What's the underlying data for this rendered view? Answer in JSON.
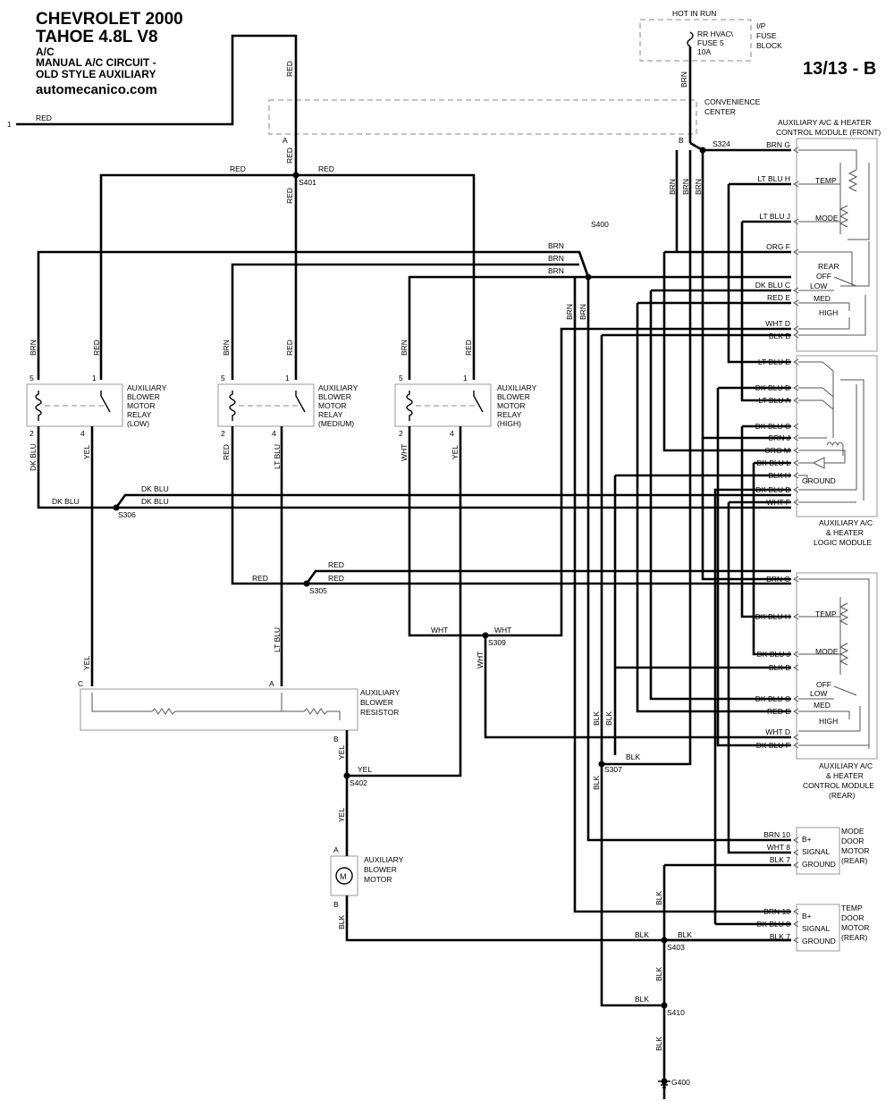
{
  "header": {
    "line1": "CHEVROLET 2000",
    "line2": "TAHOE  4.8L  V8",
    "line3": "A/C",
    "line4": "MANUAL A/C CIRCUIT -",
    "line5": "OLD STYLE AUXILIARY",
    "line6": "automecanico.com"
  },
  "page_number": "13/13 - B",
  "labels": {
    "hot_in_run": "HOT IN RUN",
    "fuse_block": [
      "I/P",
      "FUSE",
      "BLOCK"
    ],
    "fuse_name": [
      "RR HVAC\\",
      "FUSE 5",
      "10A"
    ],
    "convenience_center": [
      "CONVENIENCE",
      "CENTER"
    ],
    "aux_front": [
      "AUXILIARY A/C & HEATER",
      "CONTROL MODULE (FRONT)"
    ],
    "logic_module": [
      "AUXILIARY A/C",
      "& HEATER",
      "LOGIC MODULE"
    ],
    "aux_rear": [
      "AUXILIARY A/C",
      "& HEATER",
      "CONTROL MODULE",
      "(REAR)"
    ],
    "relay_low": [
      "AUXILIARY",
      "BLOWER",
      "MOTOR",
      "RELAY",
      "(LOW)"
    ],
    "relay_med": [
      "AUXILIARY",
      "BLOWER",
      "MOTOR",
      "RELAY",
      "(MEDIUM)"
    ],
    "relay_high": [
      "AUXILIARY",
      "BLOWER",
      "MOTOR",
      "RELAY",
      "(HIGH)"
    ],
    "resistor": [
      "AUXILIARY",
      "BLOWER",
      "RESISTOR"
    ],
    "motor": [
      "AUXILIARY",
      "BLOWER",
      "MOTOR"
    ],
    "mode_door": [
      "MODE",
      "DOOR",
      "MOTOR",
      "(REAR)"
    ],
    "temp_door": [
      "TEMP",
      "DOOR",
      "MOTOR",
      "(REAR)"
    ],
    "door_pins": [
      "B+",
      "SIGNAL",
      "GROUND"
    ],
    "motor_symbol": "M",
    "ground": "GROUND",
    "temp": "TEMP",
    "mode": "MODE",
    "rear": "REAR",
    "off": "OFF",
    "low": "LOW",
    "med": "MED",
    "high": "HIGH",
    "s400": "S400",
    "splices": [
      "S324",
      "S401",
      "S306",
      "S305",
      "S309",
      "S402",
      "S307",
      "S403",
      "S410",
      "G400"
    ],
    "connector_letters": [
      "A",
      "B",
      "C",
      "A",
      "B",
      "A",
      "B"
    ],
    "pin_1": "1",
    "relay_pins": [
      "5",
      "1",
      "2",
      "4"
    ]
  },
  "wires": {
    "red": "RED",
    "brn": "BRN",
    "dkblu": "DK BLU",
    "ltblu": "LT BLU",
    "yel": "YEL",
    "wht": "WHT",
    "blk": "BLK",
    "org": "ORG"
  },
  "front_pins": [
    {
      "wire": "BRN",
      "pin": "G"
    },
    {
      "wire": "LT BLU",
      "pin": "H"
    },
    {
      "wire": "LT BLU",
      "pin": "J"
    },
    {
      "wire": "ORG",
      "pin": "F"
    },
    {
      "wire": "DK BLU",
      "pin": "C"
    },
    {
      "wire": "RED",
      "pin": "E"
    },
    {
      "wire": "WHT",
      "pin": "D"
    },
    {
      "wire": "BLK",
      "pin": "B"
    }
  ],
  "logic_pins": [
    {
      "wire": "LT BLU",
      "pin": "E"
    },
    {
      "wire": "DK BLU",
      "pin": "D"
    },
    {
      "wire": "LT BLU",
      "pin": "A"
    },
    {
      "wire": "DK BLU",
      "pin": "C"
    },
    {
      "wire": "BRN",
      "pin": "J"
    },
    {
      "wire": "ORG",
      "pin": "M"
    },
    {
      "wire": "DK BLU",
      "pin": "L"
    },
    {
      "wire": "BLK",
      "pin": "H"
    },
    {
      "wire": "DK BLU",
      "pin": "B"
    },
    {
      "wire": "WHT",
      "pin": "F"
    }
  ],
  "rear_pins": [
    {
      "wire": "BRN",
      "pin": "G"
    },
    {
      "wire": "DK BLU",
      "pin": "H"
    },
    {
      "wire": "DK BLU",
      "pin": "J"
    },
    {
      "wire": "BLK",
      "pin": "B"
    },
    {
      "wire": "DK BLU",
      "pin": "C"
    },
    {
      "wire": "RED",
      "pin": "E"
    },
    {
      "wire": "WHT",
      "pin": "D"
    },
    {
      "wire": "DK BLU",
      "pin": "F"
    }
  ],
  "mode_door_pins": [
    {
      "wire": "BRN",
      "pin": "10"
    },
    {
      "wire": "WHT",
      "pin": "8"
    },
    {
      "wire": "BLK",
      "pin": "7"
    }
  ],
  "temp_door_pins": [
    {
      "wire": "BRN",
      "pin": "10"
    },
    {
      "wire": "DK BLU",
      "pin": "8"
    },
    {
      "wire": "BLK",
      "pin": "7"
    }
  ]
}
